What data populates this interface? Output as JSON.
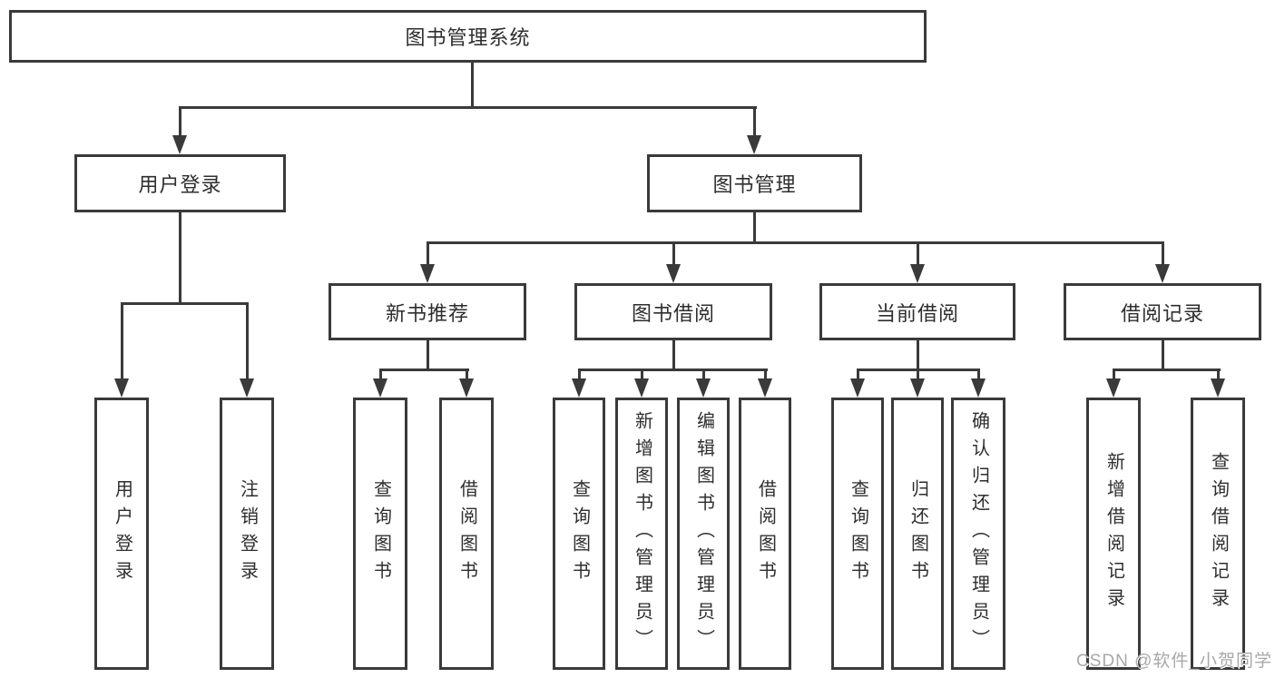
{
  "colors": {
    "line": "#3a3a3a",
    "text": "#2e2e2e",
    "watermark": "#a8a8a8",
    "background": "#ffffff"
  },
  "tree": {
    "label": "图书管理系统",
    "children": [
      {
        "label": "用户登录",
        "children": [
          {
            "label": "用户登录"
          },
          {
            "label": "注销登录"
          }
        ]
      },
      {
        "label": "图书管理",
        "children": [
          {
            "label": "新书推荐",
            "children": [
              {
                "label": "查询图书"
              },
              {
                "label": "借阅图书"
              }
            ]
          },
          {
            "label": "图书借阅",
            "children": [
              {
                "label": "查询图书"
              },
              {
                "label": "新增图书（管理员）"
              },
              {
                "label": "编辑图书（管理员）"
              },
              {
                "label": "借阅图书"
              }
            ]
          },
          {
            "label": "当前借阅",
            "children": [
              {
                "label": "查询图书"
              },
              {
                "label": "归还图书"
              },
              {
                "label": "确认归还（管理员）"
              }
            ]
          },
          {
            "label": "借阅记录",
            "children": [
              {
                "label": "新增借阅记录"
              },
              {
                "label": "查询借阅记录"
              }
            ]
          }
        ]
      }
    ]
  },
  "watermark": {
    "text": "CSDN @软件_小贺同学"
  }
}
